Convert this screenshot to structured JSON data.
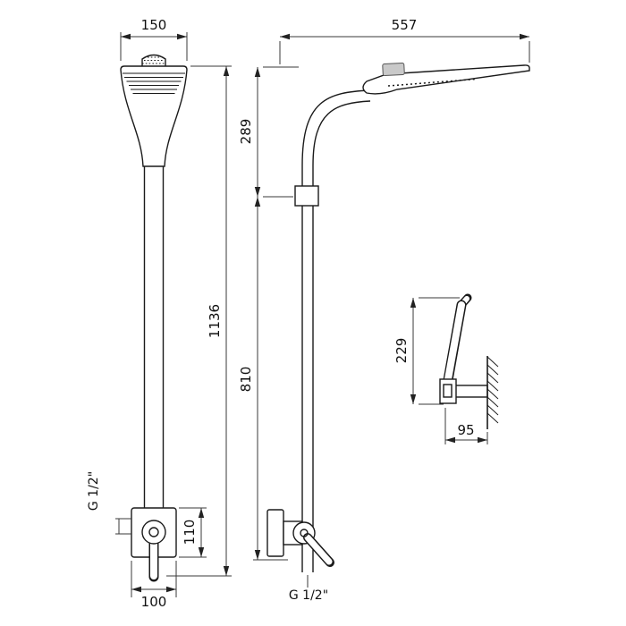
{
  "drawing": {
    "front": {
      "head_width": "150",
      "total_height": "1136",
      "inlet_thread": "G 1/2\"",
      "valve_height": "110",
      "valve_width": "100"
    },
    "side": {
      "reach": "557",
      "upper_height": "289",
      "lower_height": "810",
      "outlet_thread": "G 1/2\""
    },
    "detail": {
      "arm_height": "229",
      "arm_offset": "95"
    }
  }
}
